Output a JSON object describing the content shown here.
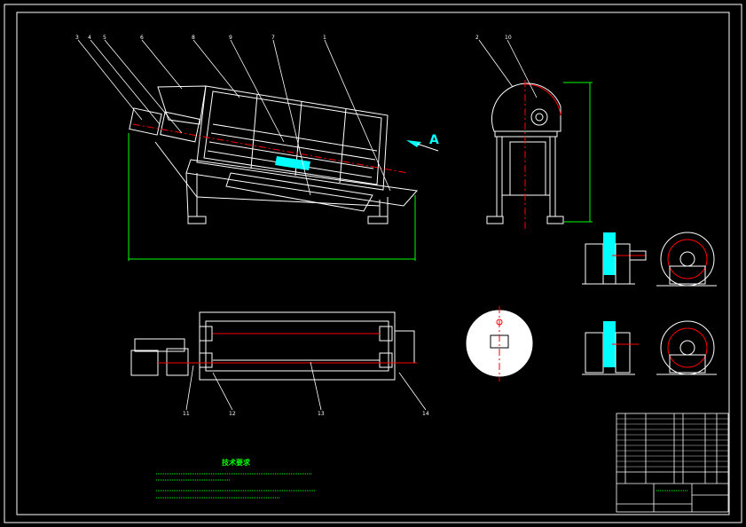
{
  "drawing": {
    "view_a_marker": "A",
    "overall_length_dim": "",
    "overall_height_dim": "",
    "section_label": "",
    "detail_1_title": "",
    "detail_2_title": "",
    "tech_title": "技术要求",
    "tech_notes": [],
    "title_block_name": "",
    "part_callouts_top": [
      "3",
      "4",
      "5",
      "6",
      "8",
      "9",
      "7",
      "1"
    ],
    "part_callouts_side": [
      "2",
      "10"
    ],
    "part_callouts_plan": [
      "11",
      "12",
      "13",
      "14"
    ]
  },
  "colors": {
    "background": "#000000",
    "frame": "#ffffff",
    "centerline": "#ff0000",
    "dimension": "#00ff00",
    "highlight": "#00ffff"
  }
}
